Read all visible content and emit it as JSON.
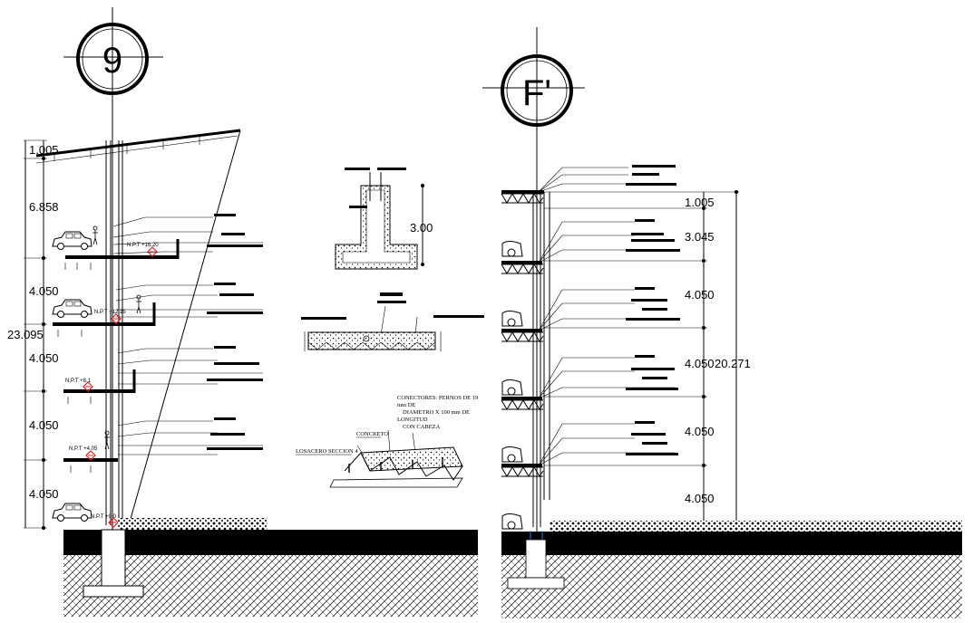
{
  "section_9": {
    "axis_label": "9",
    "dimensions": [
      "1.005",
      "6.858",
      "4.050",
      "4.050",
      "4.050",
      "4.050"
    ],
    "total": "23.095",
    "levels": [
      "N.P.T +16.20",
      "N.P.T +12.15",
      "N.P.T +8.1",
      "N.P.T +4.05",
      "N.P.T +0.0"
    ]
  },
  "section_f": {
    "axis_label": "F'",
    "dimensions": [
      "1.005",
      "3.045",
      "4.050",
      "4.050",
      "4.050",
      "4.050"
    ],
    "total": "20.271"
  },
  "details": {
    "footing_height": "3.00",
    "connectors_note": [
      "CONECTORES: PERNOS DE 19",
      "mm DE",
      "DIAMETRO X 100 mm DE",
      "LONGITUD",
      "CON CABEZA"
    ],
    "concrete_label": "CONCRETO",
    "deck_label": "LOSACERO SECCION 4"
  },
  "colors": {
    "ink": "#000000",
    "level_marker": "#e02020",
    "paper": "#ffffff"
  }
}
